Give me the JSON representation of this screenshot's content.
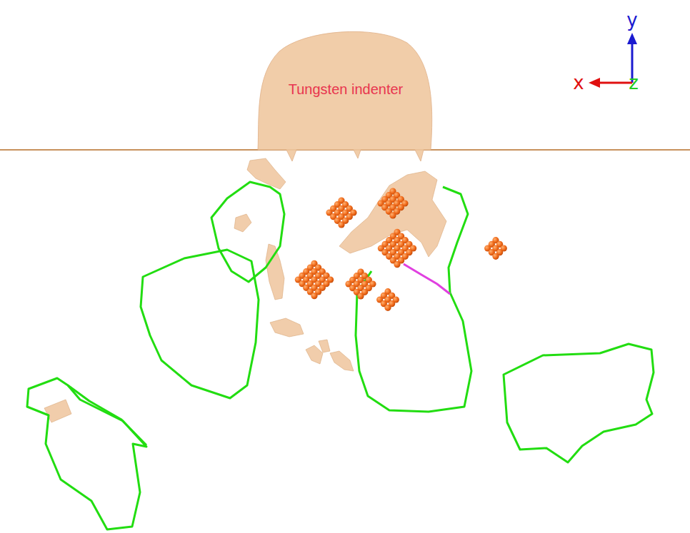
{
  "diagram": {
    "nodes": [
      {
        "text": [
          "Tungsten indenter"
        ]
      }
    ],
    "labels": [
      "y",
      "x",
      "z"
    ]
  }
}
